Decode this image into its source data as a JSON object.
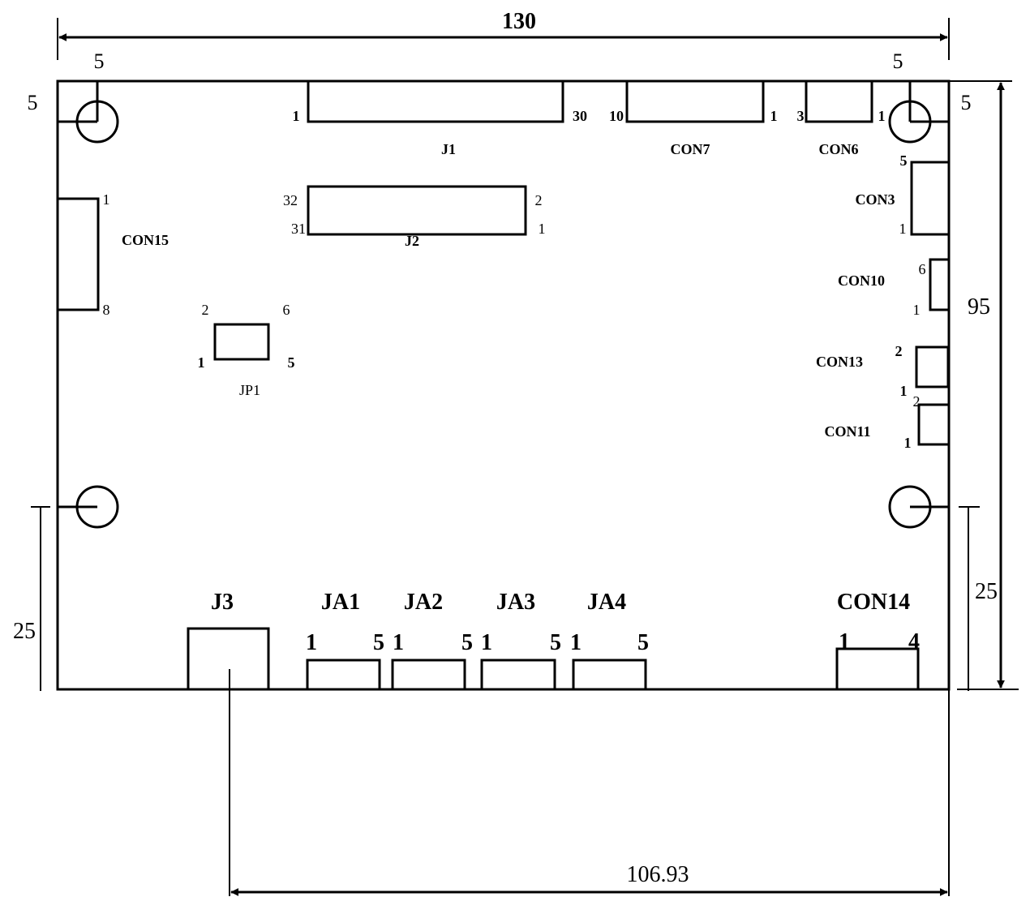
{
  "dimensions": {
    "top_width": "130",
    "height": "95",
    "left_bottom": "25",
    "right_bottom": "25",
    "bottom_width": "106.93",
    "hole_top_left_x": "5",
    "hole_top_left_y": "5",
    "hole_top_right_x": "5",
    "hole_top_right_y": "5"
  },
  "connectors": {
    "j1": {
      "label": "J1",
      "pin_a": "1",
      "pin_b": "30"
    },
    "con7": {
      "label": "CON7",
      "pin_a": "10",
      "pin_b": "1"
    },
    "con6": {
      "label": "CON6",
      "pin_a": "3",
      "pin_b": "1"
    },
    "j2": {
      "label": "J2",
      "pin_tl": "32",
      "pin_bl": "31",
      "pin_tr": "2",
      "pin_br": "1"
    },
    "con15": {
      "label": "CON15",
      "pin_top": "1",
      "pin_bottom": "8"
    },
    "jp1": {
      "label": "JP1",
      "pin_tl": "2",
      "pin_tr": "6",
      "pin_bl": "1",
      "pin_br": "5"
    },
    "con3": {
      "label": "CON3",
      "pin_top": "5",
      "pin_bottom": "1"
    },
    "con10": {
      "label": "CON10",
      "pin_top": "6",
      "pin_bottom": "1"
    },
    "con13": {
      "label": "CON13",
      "pin_top": "2",
      "pin_bottom": "1"
    },
    "con11": {
      "label": "CON11",
      "pin_top": "2",
      "pin_bottom": "1"
    },
    "j3": {
      "label": "J3"
    },
    "ja1": {
      "label": "JA1",
      "pin_a": "1",
      "pin_b": "5"
    },
    "ja2": {
      "label": "JA2",
      "pin_a": "1",
      "pin_b": "5"
    },
    "ja3": {
      "label": "JA3",
      "pin_a": "1",
      "pin_b": "5"
    },
    "ja4": {
      "label": "JA4",
      "pin_a": "1",
      "pin_b": "5"
    },
    "con14": {
      "label": "CON14",
      "pin_a": "1",
      "pin_b": "4"
    }
  }
}
